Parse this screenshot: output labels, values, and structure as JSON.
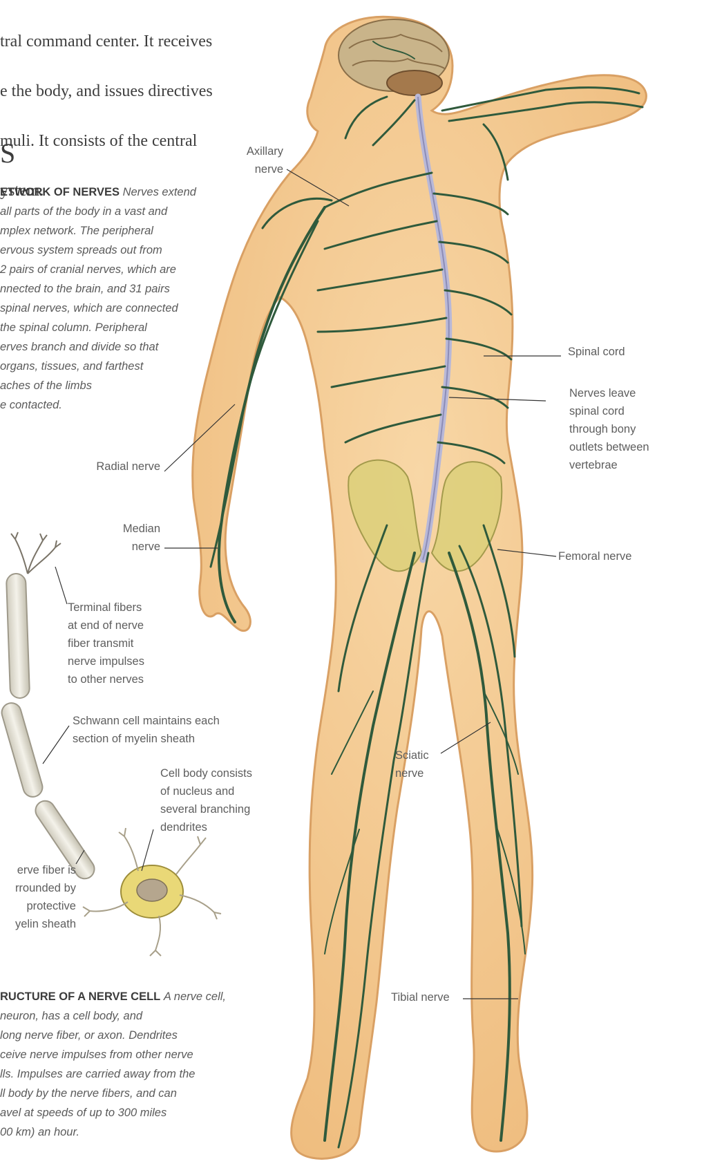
{
  "intro": {
    "lines": [
      "tral command center. It receives",
      "e the body, and issues directives",
      "muli. It consists of the central",
      "ystem."
    ]
  },
  "heading": "S",
  "network_caption": {
    "lead": "ETWORK OF NERVES",
    "lines": [
      "Nerves extend",
      " all parts of the body in a vast and",
      "mplex network. The peripheral",
      "ervous system spreads out from",
      "2 pairs of cranial nerves, which are",
      "nnected to the brain, and 31 pairs",
      " spinal nerves, which are connected",
      " the spinal column. Peripheral",
      "erves branch and divide so that",
      " organs, tissues, and farthest",
      "aches of the limbs",
      "e contacted."
    ]
  },
  "cell_caption": {
    "lead": "RUCTURE OF A NERVE CELL",
    "lines": [
      "A nerve cell,",
      " neuron, has a cell body, and",
      "long nerve fiber, or axon. Dendrites",
      "ceive nerve impulses from other nerve",
      "lls. Impulses are carried away from the",
      "ll body by the nerve fibers, and can",
      "avel at speeds of up to 300 miles",
      "00 km) an hour."
    ]
  },
  "labels": {
    "axillary": [
      "Axillary",
      "nerve"
    ],
    "spinal_cord": "Spinal cord",
    "nerves_leave": [
      "Nerves leave",
      "spinal cord",
      "through bony",
      "outlets between",
      "vertebrae"
    ],
    "radial": "Radial nerve",
    "median": [
      "Median",
      "nerve"
    ],
    "femoral": "Femoral nerve",
    "terminal": [
      "Terminal fibers",
      "at end of nerve",
      "fiber transmit",
      "nerve impulses",
      "to other nerves"
    ],
    "schwann": [
      "Schwann cell maintains each",
      "section of myelin sheath"
    ],
    "cell_body": [
      "Cell body consists",
      "of nucleus and",
      "several branching",
      "dendrites"
    ],
    "sciatic": [
      "Sciatic",
      "nerve"
    ],
    "nerve_fiber": [
      "erve fiber is",
      "rrounded by",
      "protective",
      "yelin sheath"
    ],
    "tibial": "Tibial nerve"
  },
  "colors": {
    "skin": "#f4c98e",
    "skin_edge": "#d9a064",
    "nerve": "#2f5a3c",
    "spinal_cord": "#b8b8d8",
    "pelvis": "#d8cf74",
    "myelin": "#e9e6d8",
    "cell_body": "#e9d877"
  }
}
